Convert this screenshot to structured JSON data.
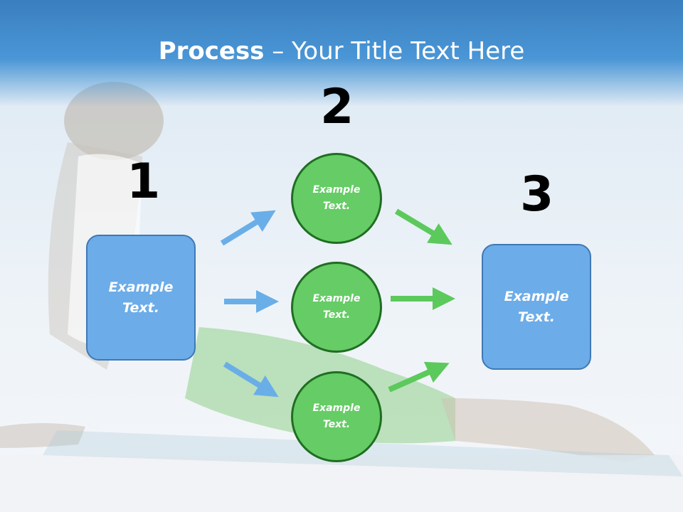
{
  "title": {
    "bold": "Process",
    "rest": " – Your Title Text Here"
  },
  "steps": [
    {
      "number": "1",
      "text": "Example\nText."
    },
    {
      "number": "2"
    },
    {
      "number": "3",
      "text": "Example\nText."
    }
  ],
  "circles": [
    {
      "text": "Example\nText."
    },
    {
      "text": "Example\nText."
    },
    {
      "text": "Example\nText."
    }
  ],
  "colors": {
    "title_bar": "#3a7fc0",
    "box_fill": "#6cace8",
    "circle_fill": "#66cc66",
    "blue_arrow": "#6aaee8",
    "green_arrow": "#5cc95c"
  }
}
